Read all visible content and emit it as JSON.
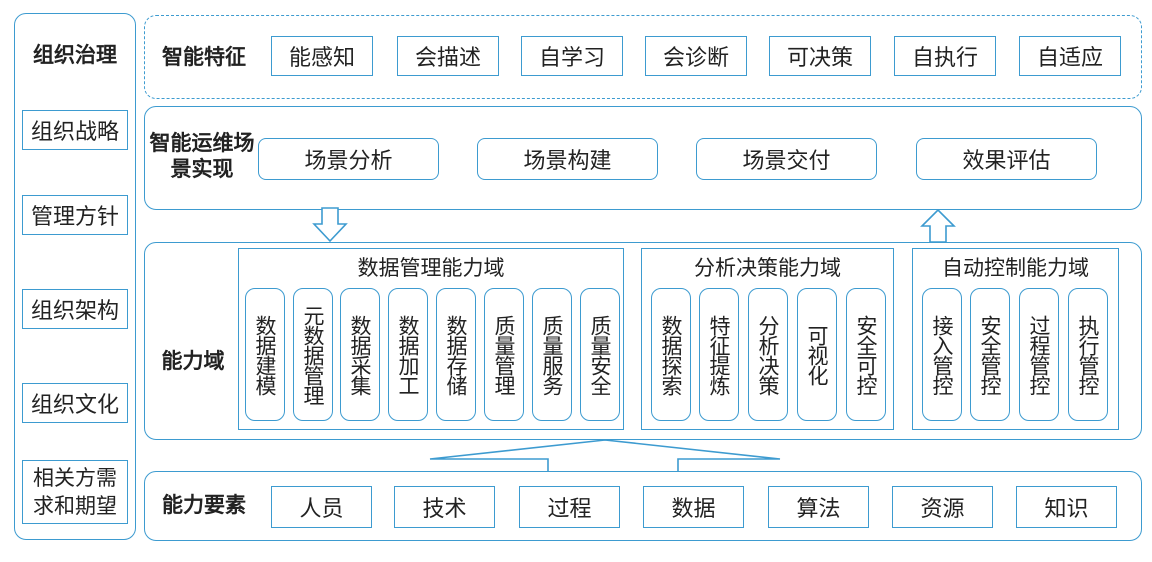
{
  "left_column": {
    "header": "组织治理",
    "items": [
      "组织战略",
      "管理方针",
      "组织架构",
      "组织文化",
      "相关方需求和期望"
    ]
  },
  "features": {
    "title": "智能特征",
    "items": [
      "能感知",
      "会描述",
      "自学习",
      "会诊断",
      "可决策",
      "自执行",
      "自适应"
    ]
  },
  "scenario": {
    "title": "智能运维场景实现",
    "items": [
      "场景分析",
      "场景构建",
      "场景交付",
      "效果评估"
    ]
  },
  "capability": {
    "title": "能力域",
    "domains": [
      {
        "title": "数据管理能力域",
        "items": [
          "数据建模",
          "元数据管理",
          "数据采集",
          "数据加工",
          "数据存储",
          "质量管理",
          "质量服务",
          "质量安全"
        ]
      },
      {
        "title": "分析决策能力域",
        "items": [
          "数据探索",
          "特征提炼",
          "分析决策",
          "可视化",
          "安全可控"
        ]
      },
      {
        "title": "自动控制能力域",
        "items": [
          "接入管控",
          "安全管控",
          "过程管控",
          "执行管控"
        ]
      }
    ]
  },
  "elements": {
    "title": "能力要素",
    "items": [
      "人员",
      "技术",
      "过程",
      "数据",
      "算法",
      "资源",
      "知识"
    ]
  },
  "colors": {
    "border": "#3d9bd0",
    "text": "#222222",
    "background": "#ffffff"
  }
}
